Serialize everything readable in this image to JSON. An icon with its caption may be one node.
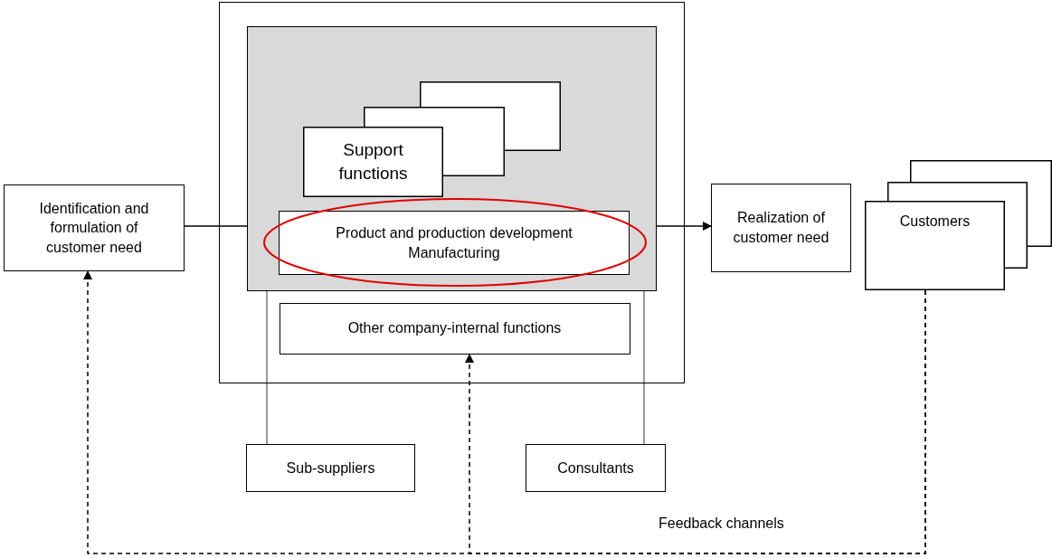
{
  "diagram": {
    "nodes": [
      {
        "text": [
          "Identification and formulation of customer need"
        ]
      },
      {
        "text": [],
        "shape": "box"
      },
      {
        "text": [],
        "shape": "box",
        "in": 1
      },
      {
        "text": [
          "Support functions"
        ],
        "in": 2
      },
      {
        "text": [
          "Product and production development",
          "Manufacturing"
        ],
        "in": 2
      },
      {
        "text": [
          "Other company-internal functions"
        ],
        "in": 1
      },
      {
        "text": [
          "Realization of customer need"
        ]
      },
      {
        "text": [
          "Customers"
        ]
      },
      {
        "text": [
          "Sub-suppliers"
        ]
      },
      {
        "text": [
          "Consultants"
        ]
      }
    ],
    "edges": [
      {
        "from": 0,
        "to": 2,
        "arrow": "none"
      },
      {
        "from": 2,
        "to": 6,
        "arrow": "to"
      },
      {
        "from": 8,
        "to": 2,
        "arrow": "none"
      },
      {
        "from": 9,
        "to": 2,
        "arrow": "none"
      },
      {
        "from": 7,
        "to": 0,
        "arrow": "to",
        "style": "dashed"
      },
      {
        "from": 7,
        "to": 5,
        "arrow": "to",
        "style": "dashed"
      }
    ],
    "labels": [
      "Feedback channels"
    ]
  }
}
